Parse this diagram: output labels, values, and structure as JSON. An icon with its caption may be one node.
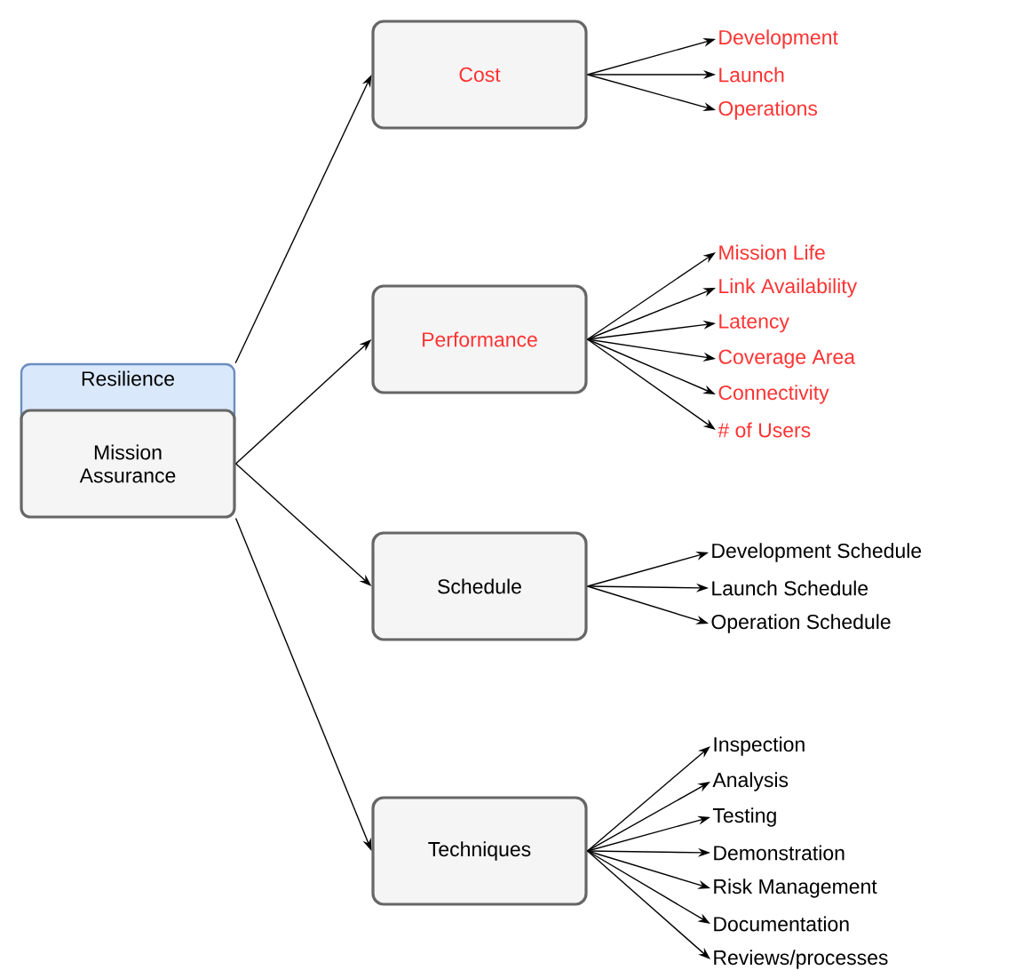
{
  "diagram": {
    "nodes": [
      {
        "text": [
          "Resilience"
        ]
      },
      {
        "text": [
          "Mission Assurance"
        ]
      },
      {
        "text": [
          "Cost"
        ]
      },
      {
        "text": [
          "Performance"
        ]
      },
      {
        "text": [
          "Schedule"
        ]
      },
      {
        "text": [
          "Techniques"
        ]
      },
      {
        "text": [
          "Development"
        ]
      },
      {
        "text": [
          "Launch"
        ]
      },
      {
        "text": [
          "Operations"
        ]
      },
      {
        "text": [
          "Mission Life"
        ]
      },
      {
        "text": [
          "Link Availability"
        ]
      },
      {
        "text": [
          "Latency"
        ]
      },
      {
        "text": [
          "Coverage Area"
        ]
      },
      {
        "text": [
          "Connectivity"
        ]
      },
      {
        "text": [
          "# of Users"
        ]
      },
      {
        "text": [
          "Development Schedule"
        ]
      },
      {
        "text": [
          "Launch Schedule"
        ]
      },
      {
        "text": [
          "Operation Schedule"
        ]
      },
      {
        "text": [
          "Inspection"
        ]
      },
      {
        "text": [
          "Analysis"
        ]
      },
      {
        "text": [
          "Testing"
        ]
      },
      {
        "text": [
          "Demonstration"
        ]
      },
      {
        "text": [
          "Risk Management"
        ]
      },
      {
        "text": [
          "Documentation"
        ]
      },
      {
        "text": [
          "Reviews/processes"
        ]
      }
    ],
    "edges": [
      {
        "from": 0,
        "to": 2,
        "arrow": "to"
      },
      {
        "from": 1,
        "to": 3,
        "arrow": "to"
      },
      {
        "from": 1,
        "to": 4,
        "arrow": "to"
      },
      {
        "from": 1,
        "to": 5,
        "arrow": "to"
      },
      {
        "from": 2,
        "to": 6,
        "arrow": "to"
      },
      {
        "from": 2,
        "to": 7,
        "arrow": "to"
      },
      {
        "from": 2,
        "to": 8,
        "arrow": "to"
      },
      {
        "from": 3,
        "to": 9,
        "arrow": "to"
      },
      {
        "from": 3,
        "to": 10,
        "arrow": "to"
      },
      {
        "from": 3,
        "to": 11,
        "arrow": "to"
      },
      {
        "from": 3,
        "to": 12,
        "arrow": "to"
      },
      {
        "from": 3,
        "to": 13,
        "arrow": "to"
      },
      {
        "from": 3,
        "to": 14,
        "arrow": "to"
      },
      {
        "from": 4,
        "to": 15,
        "arrow": "to"
      },
      {
        "from": 4,
        "to": 16,
        "arrow": "to"
      },
      {
        "from": 4,
        "to": 17,
        "arrow": "to"
      },
      {
        "from": 5,
        "to": 18,
        "arrow": "to"
      },
      {
        "from": 5,
        "to": 19,
        "arrow": "to"
      },
      {
        "from": 5,
        "to": 20,
        "arrow": "to"
      },
      {
        "from": 5,
        "to": 21,
        "arrow": "to"
      },
      {
        "from": 5,
        "to": 22,
        "arrow": "to"
      },
      {
        "from": 5,
        "to": 23,
        "arrow": "to"
      },
      {
        "from": 5,
        "to": 24,
        "arrow": "to"
      }
    ]
  }
}
